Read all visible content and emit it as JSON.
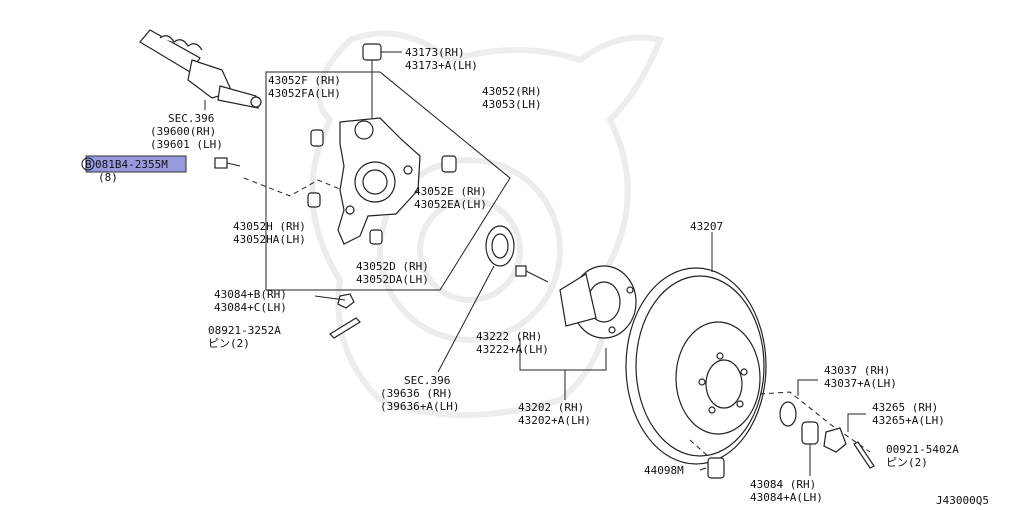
{
  "diagram_code": "J43000Q5",
  "callouts": [
    {
      "id": "c43173",
      "lines": [
        "43173(RH)",
        "43173+A(LH)"
      ]
    },
    {
      "id": "c43052f",
      "lines": [
        "43052F (RH)",
        "43052FA(LH)"
      ]
    },
    {
      "id": "c43052",
      "lines": [
        "43052(RH)",
        "43053(LH)"
      ]
    },
    {
      "id": "c_sec396a",
      "lines": [
        "SEC.396",
        "(39600(RH)",
        "(39601 (LH)"
      ]
    },
    {
      "id": "c081b4",
      "lines": [
        "081B4-2355M",
        "(8)"
      ],
      "circled": "B",
      "highlight": "#9999dd"
    },
    {
      "id": "c43052e",
      "lines": [
        "43052E (RH)",
        "43052EA(LH)"
      ]
    },
    {
      "id": "c43052h",
      "lines": [
        "43052H (RH)",
        "43052HA(LH)"
      ]
    },
    {
      "id": "c43052d",
      "lines": [
        "43052D (RH)",
        "43052DA(LH)"
      ]
    },
    {
      "id": "c43084b",
      "lines": [
        "43084+B(RH)",
        "43084+C(LH)"
      ]
    },
    {
      "id": "c08921",
      "lines": [
        "08921-3252A",
        "ピン(2)"
      ]
    },
    {
      "id": "c43207",
      "lines": [
        "43207"
      ]
    },
    {
      "id": "c43222",
      "lines": [
        "43222   (RH)",
        "43222+A(LH)"
      ]
    },
    {
      "id": "c_sec396b",
      "lines": [
        "SEC.396",
        "(39636   (RH)",
        "(39636+A(LH)"
      ]
    },
    {
      "id": "c43202",
      "lines": [
        "43202   (RH)",
        "43202+A(LH)"
      ]
    },
    {
      "id": "c43037",
      "lines": [
        "43037   (RH)",
        "43037+A(LH)"
      ]
    },
    {
      "id": "c43265",
      "lines": [
        "43265   (RH)",
        "43265+A(LH)"
      ]
    },
    {
      "id": "c00921",
      "lines": [
        "00921-5402A",
        "ピン(2)"
      ]
    },
    {
      "id": "c44098m",
      "lines": [
        "44098M"
      ]
    },
    {
      "id": "c43084",
      "lines": [
        "43084    (RH)",
        "43084+A(LH)"
      ]
    }
  ],
  "icons": [
    "drive-shaft-icon",
    "knuckle-icon",
    "hub-bearing-icon",
    "brake-rotor-icon",
    "cotter-pin-icon",
    "nut-icon",
    "bolt-icon",
    "bushing-icon",
    "cap-icon"
  ]
}
